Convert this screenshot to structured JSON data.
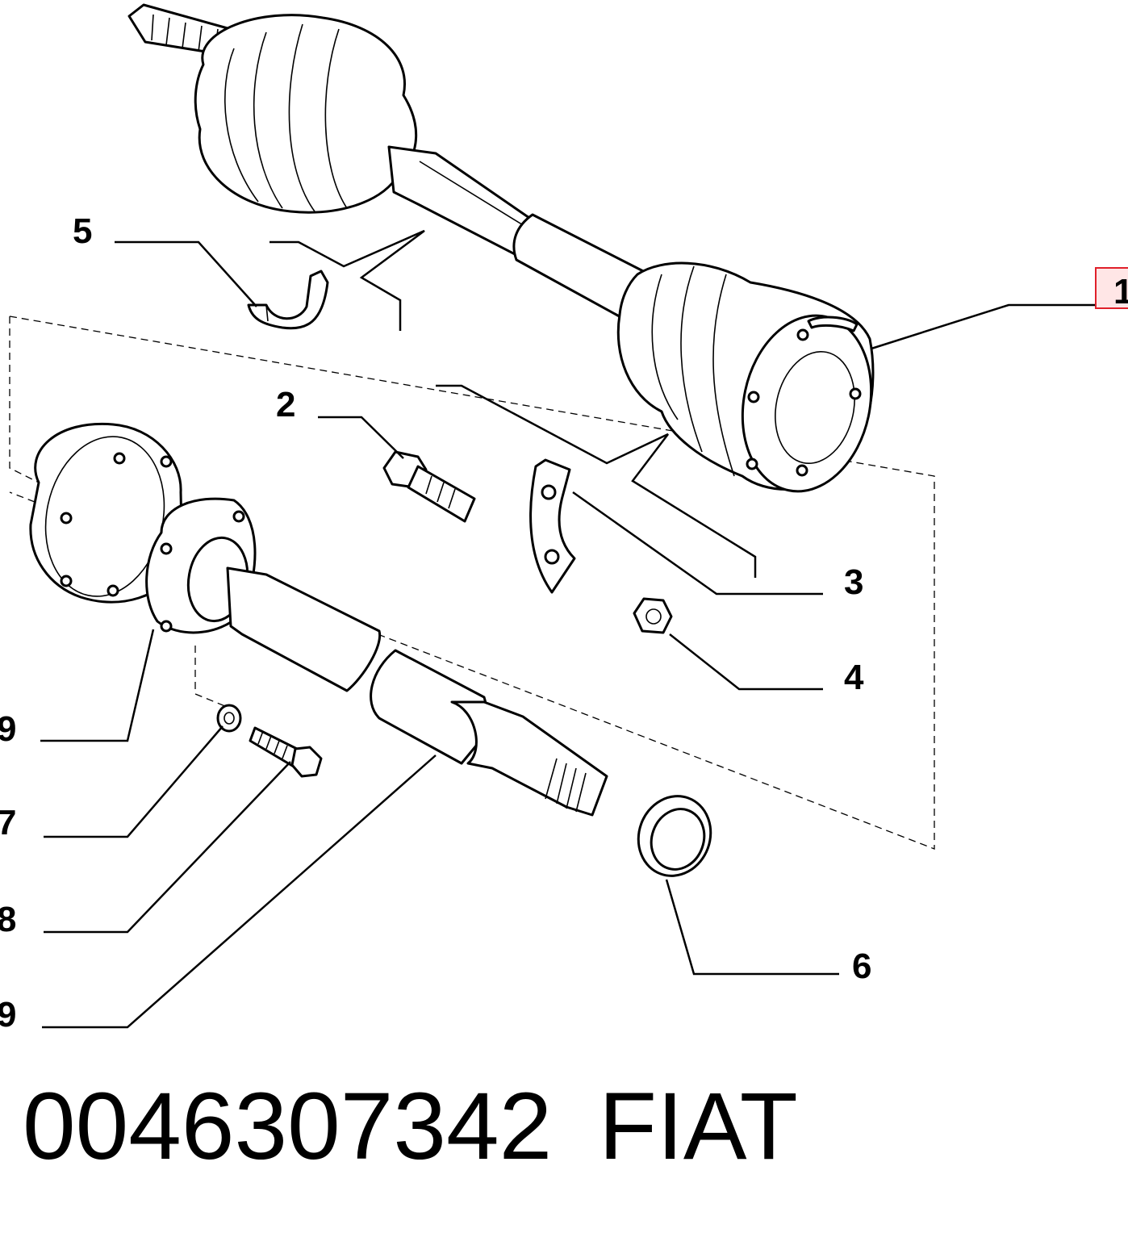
{
  "callouts": [
    {
      "id": "1",
      "label": "1",
      "highlight": true
    },
    {
      "id": "2",
      "label": "2"
    },
    {
      "id": "3",
      "label": "3"
    },
    {
      "id": "4",
      "label": "4"
    },
    {
      "id": "5",
      "label": "5"
    },
    {
      "id": "6",
      "label": "6"
    },
    {
      "id": "7",
      "label": "7"
    },
    {
      "id": "8",
      "label": "8"
    },
    {
      "id": "9a",
      "label": "9"
    },
    {
      "id": "9b",
      "label": "9"
    }
  ],
  "footer": {
    "part_number": "0046307342",
    "brand": "FIAT"
  },
  "colors": {
    "line": "#000000",
    "background": "#ffffff",
    "highlight_fill": "#ffe6e6",
    "highlight_stroke": "#e0202a"
  }
}
